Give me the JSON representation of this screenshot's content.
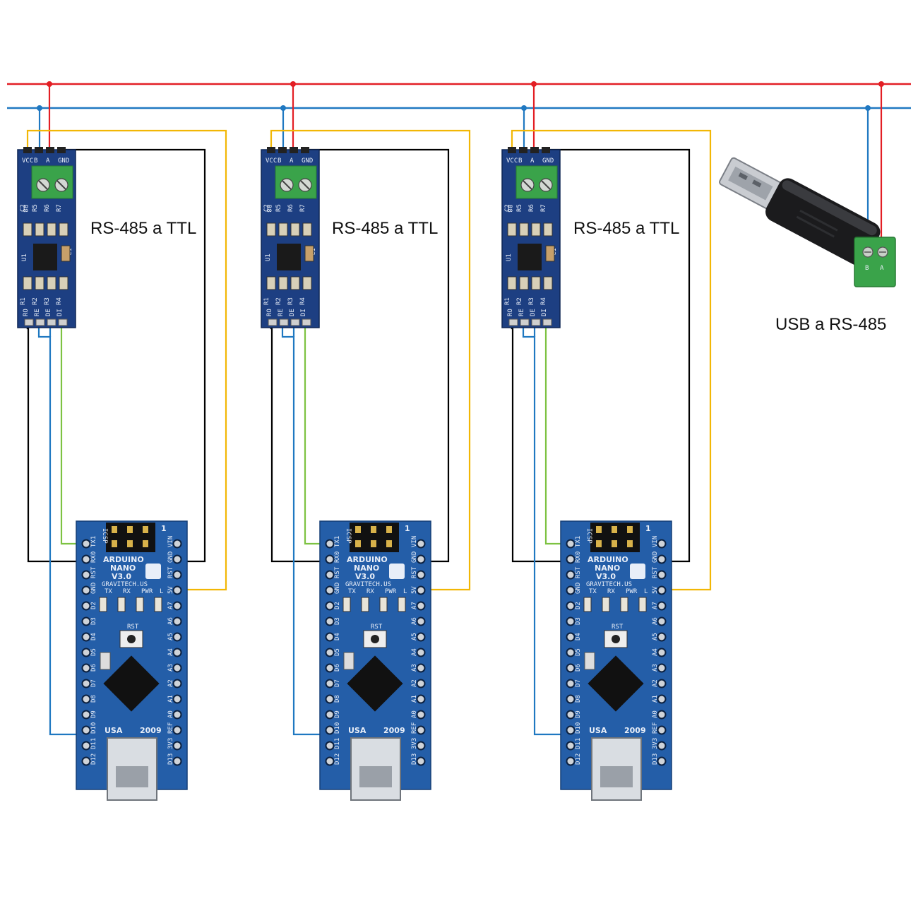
{
  "labels": {
    "converter_1": "RS-485 a TTL",
    "converter_2": "RS-485 a TTL",
    "converter_3": "RS-485 a TTL",
    "usb_adapter": "USB a RS-485"
  },
  "rs485_module": {
    "terminal_labels": [
      "VCC",
      "B",
      "A",
      "GND"
    ],
    "side_pins": [
      "RO",
      "RE",
      "DE",
      "DI"
    ],
    "components": [
      "C2",
      "R5",
      "R6",
      "R7",
      "C1",
      "U1",
      "R1",
      "R2",
      "R3",
      "R4",
      "R8"
    ]
  },
  "arduino_nano": {
    "title_line1": "ARDUINO",
    "title_line2": "NANO",
    "title_line3": "V3.0",
    "maker": "GRAVITECH.US",
    "origin": "USA",
    "year": "2009",
    "reset_label": "RST",
    "led_labels": [
      "TX",
      "RX",
      "PWR",
      "L"
    ],
    "left_pins": [
      "TX1",
      "RX0",
      "RST",
      "GND",
      "D2",
      "D3",
      "D4",
      "D5",
      "D6",
      "D7",
      "D8",
      "D9",
      "D10",
      "D11",
      "D12"
    ],
    "right_pins": [
      "VIN",
      "GND",
      "RST",
      "5V",
      "A7",
      "A6",
      "A5",
      "A4",
      "A3",
      "A2",
      "A1",
      "A0",
      "REF",
      "3V3",
      "D13"
    ],
    "icsp_label": "ICSP",
    "pin1_label": "1"
  },
  "usb_adapter": {
    "terminal_labels": [
      "B",
      "A"
    ]
  },
  "colors": {
    "vcc_bus": "#e31e24",
    "data_bus": "#1f78c1",
    "vcc_module": "#f2b705",
    "ground": "#000000",
    "tx_line": "#7dc242",
    "rx_line": "#1f78c1",
    "pcb_blue": "#1d3f82",
    "terminal_green": "#3aa34a"
  }
}
